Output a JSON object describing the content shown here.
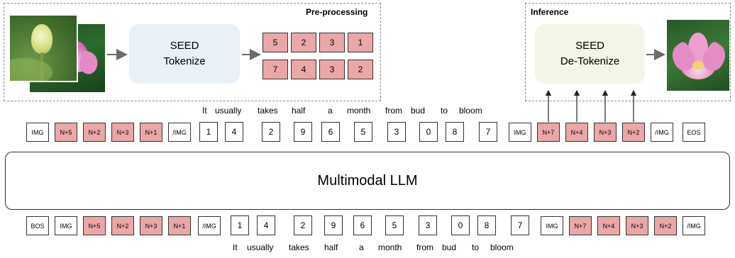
{
  "preprocessing": {
    "title": "Pre-processing",
    "box_line1": "SEED",
    "box_line2": "Tokenize",
    "grid_row1": [
      "5",
      "2",
      "3",
      "1"
    ],
    "grid_row2": [
      "7",
      "4",
      "3",
      "2"
    ]
  },
  "inference": {
    "title": "Inference",
    "box_line1": "SEED",
    "box_line2": "De-Tokenize"
  },
  "llm": {
    "label": "Multimodal LLM"
  },
  "top_row": [
    "IMG",
    "N+5",
    "N+2",
    "N+3",
    "N+1",
    "/IMG",
    "1",
    "4",
    "2",
    "9",
    "6",
    "5",
    "3",
    "0",
    "8",
    "7",
    "IMG",
    "N+7",
    "N+4",
    "N+3",
    "N+2",
    "/IMG",
    "EOS"
  ],
  "bottom_row": [
    "BOS",
    "IMG",
    "N+5",
    "N+2",
    "N+3",
    "N+1",
    "/IMG",
    "1",
    "4",
    "2",
    "9",
    "6",
    "5",
    "3",
    "0",
    "8",
    "7",
    "IMG",
    "N+7",
    "N+4",
    "N+3",
    "N+2",
    "/IMG"
  ],
  "top_caption": [
    "It",
    "usually",
    "takes",
    "half",
    "a",
    "month",
    "from",
    "bud",
    "to",
    "bloom"
  ],
  "bottom_caption": [
    "It",
    "usually",
    "takes",
    "half",
    "a",
    "month",
    "from",
    "bud",
    "to",
    "bloom"
  ],
  "colors": {
    "token_pink": "#eba7a7",
    "tokenize_box": "#e8f1f7",
    "detokenize_box": "#f1f6e6"
  }
}
